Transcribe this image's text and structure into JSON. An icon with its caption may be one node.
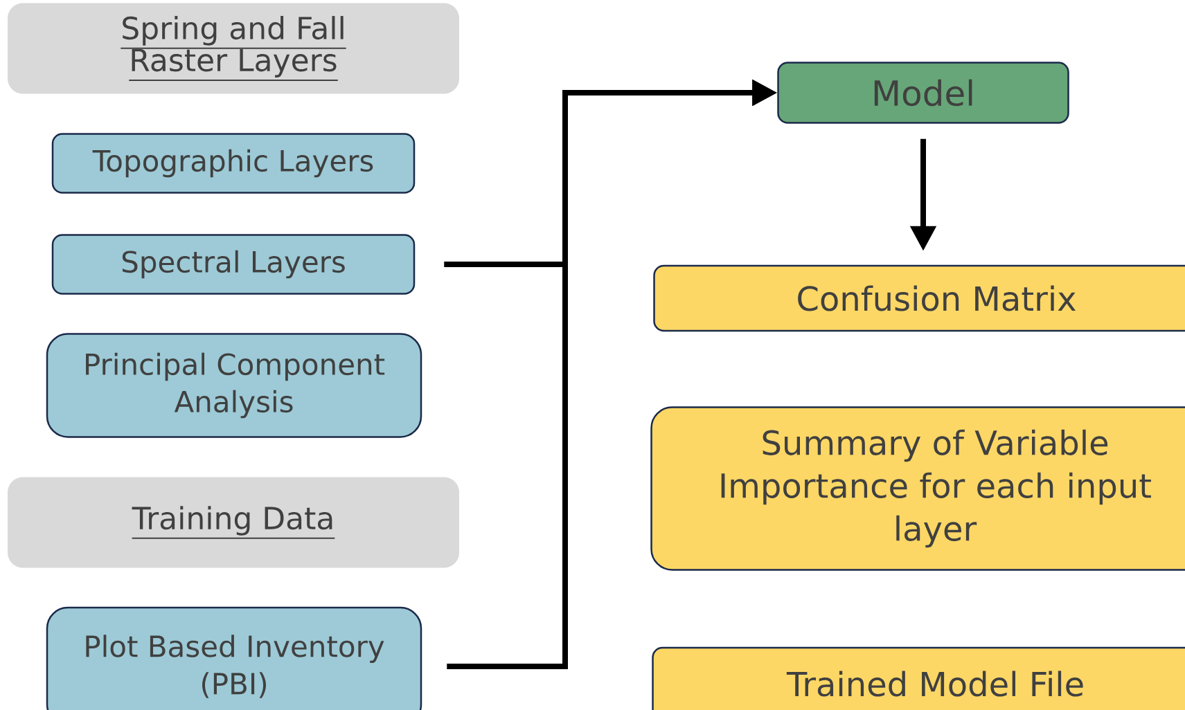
{
  "diagram": {
    "nodes": [
      {
        "text": [
          "Spring and Fall Raster Layers"
        ]
      },
      {
        "text": [
          "Topographic Layers"
        ]
      },
      {
        "text": [
          "Spectral Layers"
        ]
      },
      {
        "text": [
          "Principal Component Analysis"
        ]
      },
      {
        "text": [
          "Training Data"
        ]
      },
      {
        "text": [
          "Plot Based Inventory (PBI)"
        ]
      },
      {
        "text": [
          "Model"
        ]
      },
      {
        "text": [
          "Confusion Matrix"
        ]
      },
      {
        "text": [
          "Summary of Variable Importance for each input layer"
        ]
      },
      {
        "text": [
          "Trained Model File"
        ]
      }
    ],
    "edges": [
      {
        "from": 2,
        "to": 6,
        "arrow": "to"
      },
      {
        "from": 5,
        "to": 6,
        "arrow": "to"
      },
      {
        "from": 6,
        "to": 7,
        "arrow": "to"
      }
    ]
  }
}
